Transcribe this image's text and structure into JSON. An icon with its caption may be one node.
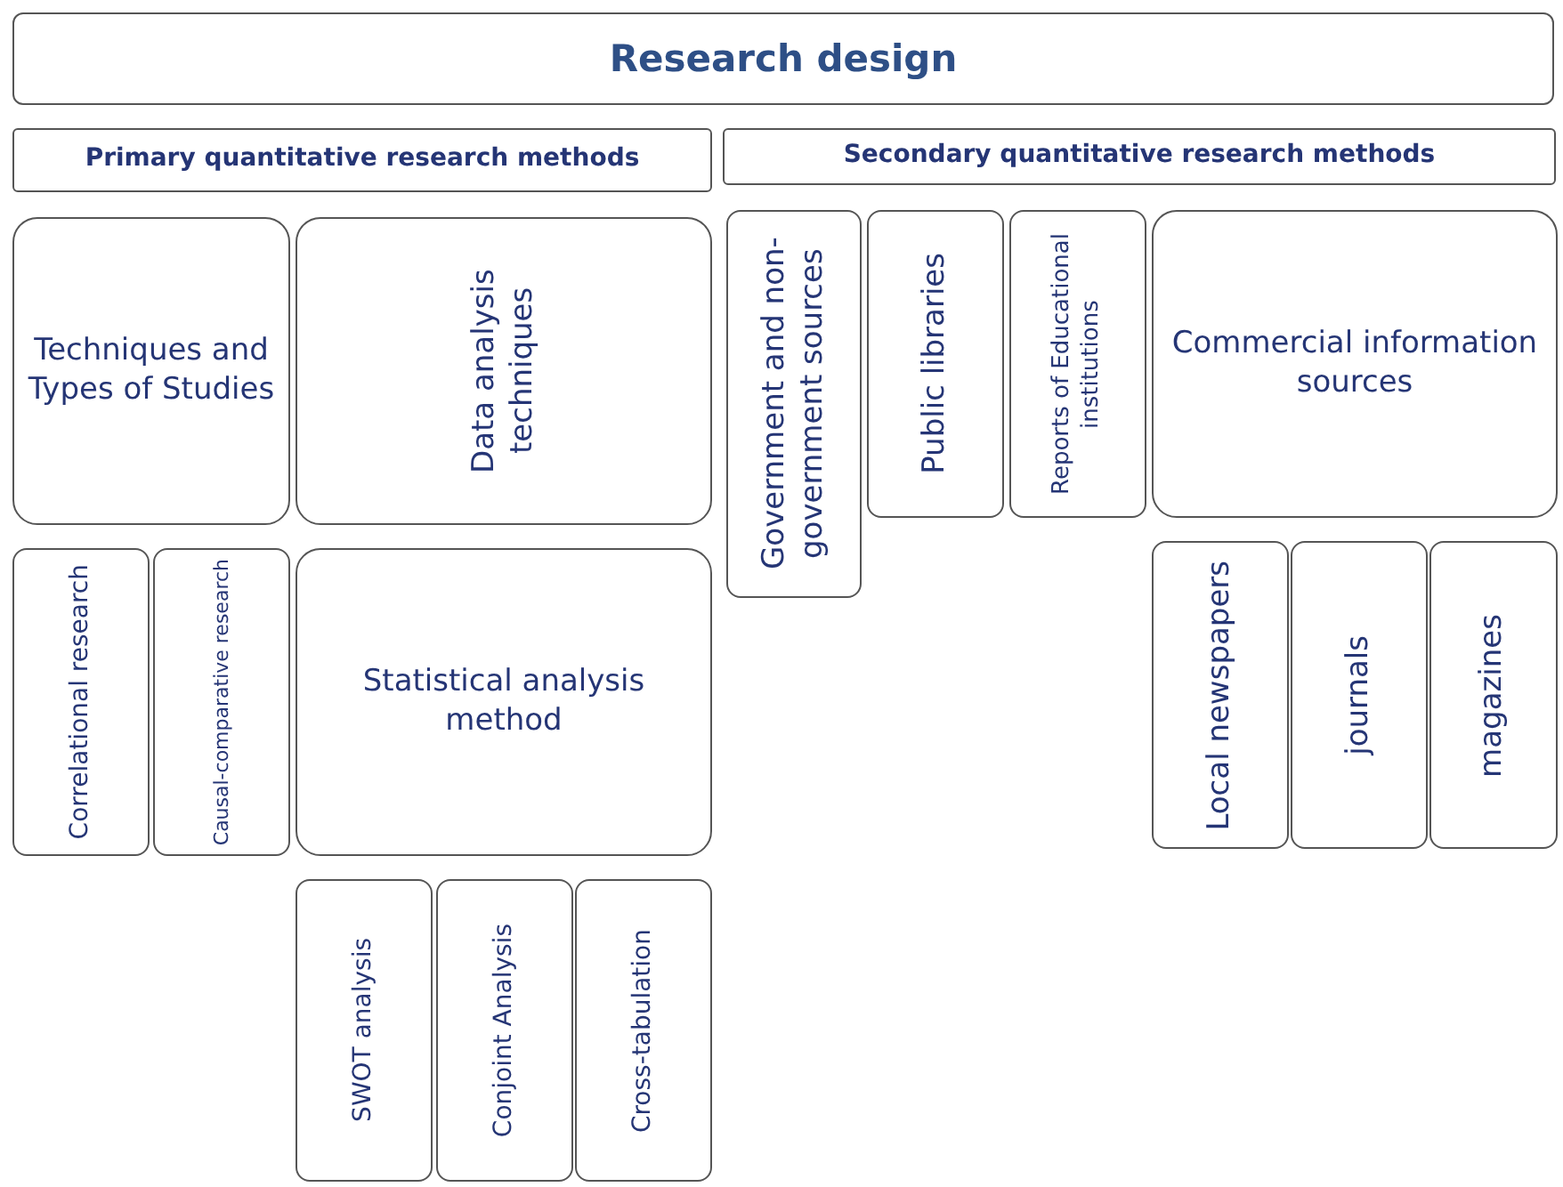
{
  "diagram": {
    "nodes": [
      {
        "text": [
          "Research design"
        ]
      },
      {
        "text": [
          "Primary quantitative research methods"
        ]
      },
      {
        "text": [
          "Secondary quantitative research methods"
        ]
      },
      {
        "text": [
          "Techniques and Types of Studies"
        ]
      },
      {
        "text": [
          "Data analysis techniques"
        ]
      },
      {
        "text": [
          "Correlational research"
        ]
      },
      {
        "text": [
          "Causal-comparative research"
        ]
      },
      {
        "text": [
          "Statistical analysis method"
        ]
      },
      {
        "text": [
          "SWOT analysis"
        ]
      },
      {
        "text": [
          "Conjoint Analysis"
        ]
      },
      {
        "text": [
          "Cross-tabulation"
        ]
      },
      {
        "text": [
          "Government and non-government sources"
        ]
      },
      {
        "text": [
          "Public libraries"
        ]
      },
      {
        "text": [
          "Reports of Educational institutions"
        ]
      },
      {
        "text": [
          "Commercial information sources"
        ]
      },
      {
        "text": [
          "Local newspapers"
        ]
      },
      {
        "text": [
          "journals"
        ]
      },
      {
        "text": [
          "magazines"
        ]
      }
    ]
  }
}
